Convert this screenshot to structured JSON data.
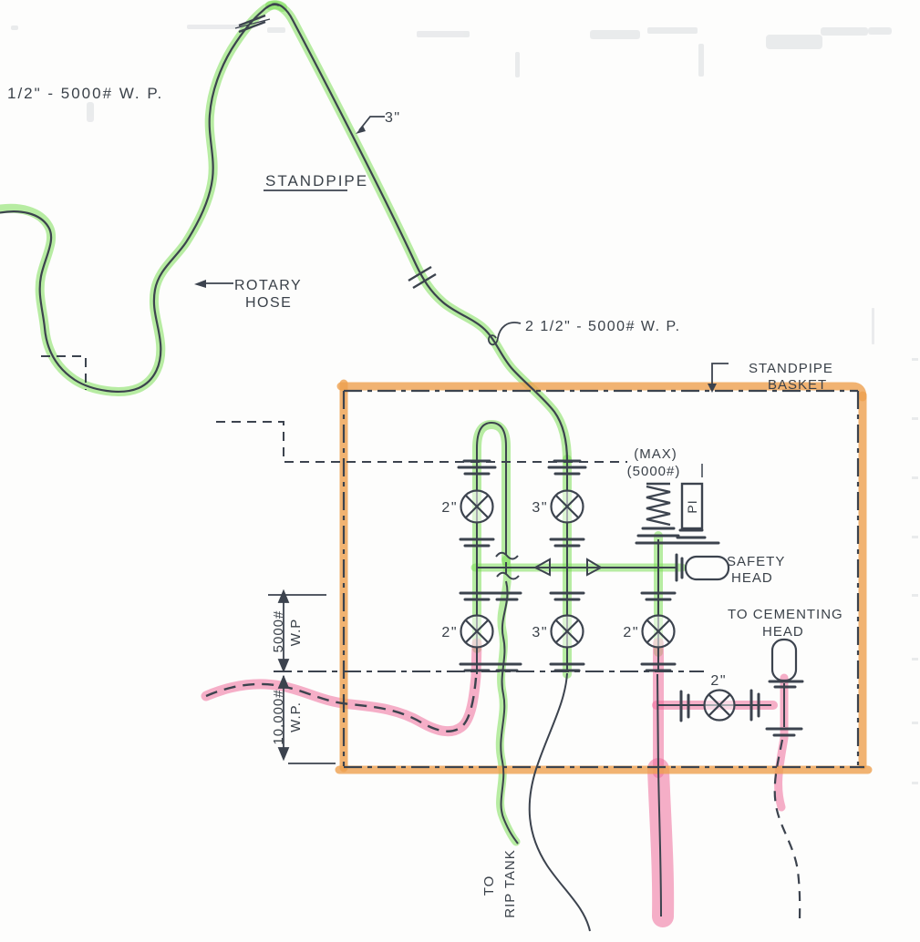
{
  "colors": {
    "line": "#3c434e",
    "green_highlight": "#7ede58",
    "pink_highlight": "#ee6e9b",
    "orange_highlight": "#eda04f",
    "paper": "#fdfdfc"
  },
  "annotations": {
    "spec_top_left": "1/2\" - 5000# W. P.",
    "standpipe_size": "3\"",
    "standpipe": "STANDPIPE",
    "rotary_hose": {
      "line1": "ROTARY",
      "line2": "HOSE"
    },
    "spec_basket_inlet": "2 1/2\" - 5000# W. P.",
    "basket": {
      "line1": "STANDPIPE",
      "line2": "BASKET"
    },
    "relief_valve": {
      "max": "(MAX)",
      "rating": "(5000#)"
    },
    "pressure_gauge": "PI",
    "safety_head": {
      "line1": "SAFETY",
      "line2": "HEAD"
    },
    "cementing_head": {
      "line1": "TO CEMENTING",
      "line2": "HEAD"
    },
    "zone_5000": {
      "line1": "5000#",
      "line2": "W.P"
    },
    "zone_10000": {
      "line1": "10,000#",
      "line2": "W.P."
    },
    "trip_tank": {
      "line1": "TO",
      "line2": "RIP TANK"
    }
  },
  "valves": {
    "row1_left": "2\"",
    "row1_mid": "3\"",
    "row2_left": "2\"",
    "row2_mid": "3\"",
    "row2_right": "2\"",
    "cementing_branch": "2\""
  }
}
